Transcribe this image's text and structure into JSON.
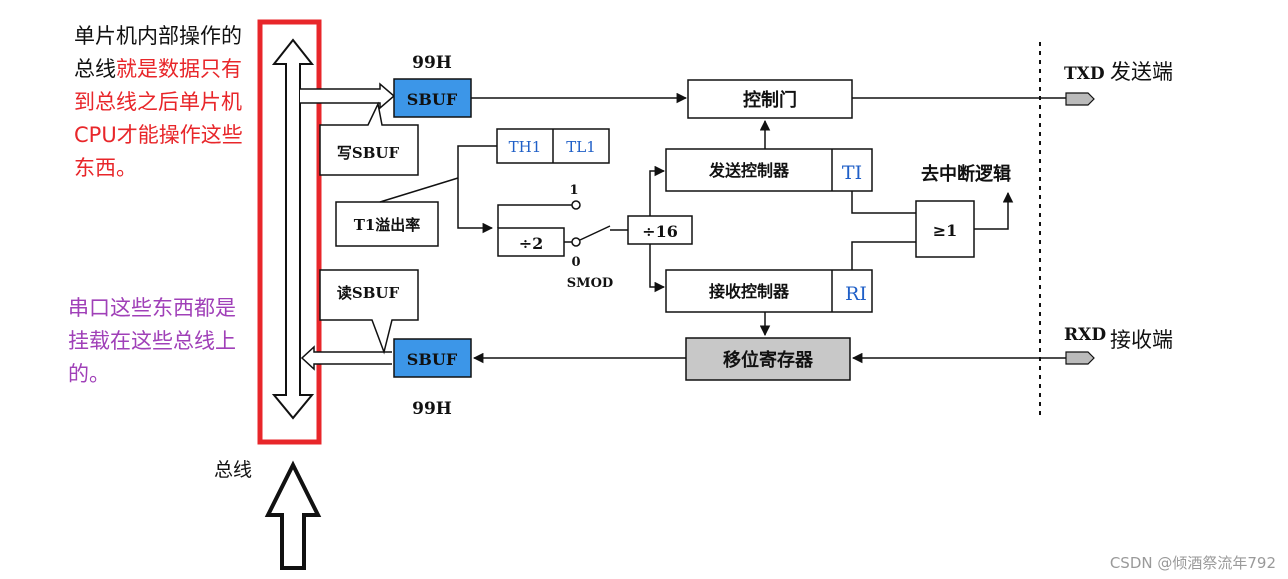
{
  "note_black_normal": "单片机内部操作的总线",
  "note_black_red": "就是数据只有到总线之后单片机CPU才能操作这些东西。",
  "note_purple": "串口这些东西都是挂载在这些总线上的。",
  "bus_label": "总线",
  "watermark": "CSDN @倾酒祭流年792",
  "diagram": {
    "addr_top": "99H",
    "addr_bottom": "99H",
    "sbuf_tx": "SBUF",
    "sbuf_rx": "SBUF",
    "write_sbuf": "写SBUF",
    "read_sbuf": "读SBUF",
    "th1": "TH1",
    "tl1": "TL1",
    "t1_overflow": "T1溢出率",
    "div2": "÷2",
    "div16": "÷16",
    "switch_1": "1",
    "switch_0": "0",
    "smod": "SMOD",
    "control_gate": "控制门",
    "tx_controller": "发送控制器",
    "rx_controller": "接收控制器",
    "ti": "TI",
    "ri": "RI",
    "or_gate": "≥1",
    "interrupt_logic": "去中断逻辑",
    "shift_register": "移位寄存器",
    "txd": "TXD",
    "txd_desc": "发送端",
    "rxd": "RXD",
    "rxd_desc": "接收端"
  },
  "colors": {
    "highlight_red": "#e8262a",
    "sbuf_blue": "#3c96e8",
    "shift_gray": "#c8c8c8",
    "text_blue": "#1f5fc7",
    "note_purple": "#a040b8"
  }
}
